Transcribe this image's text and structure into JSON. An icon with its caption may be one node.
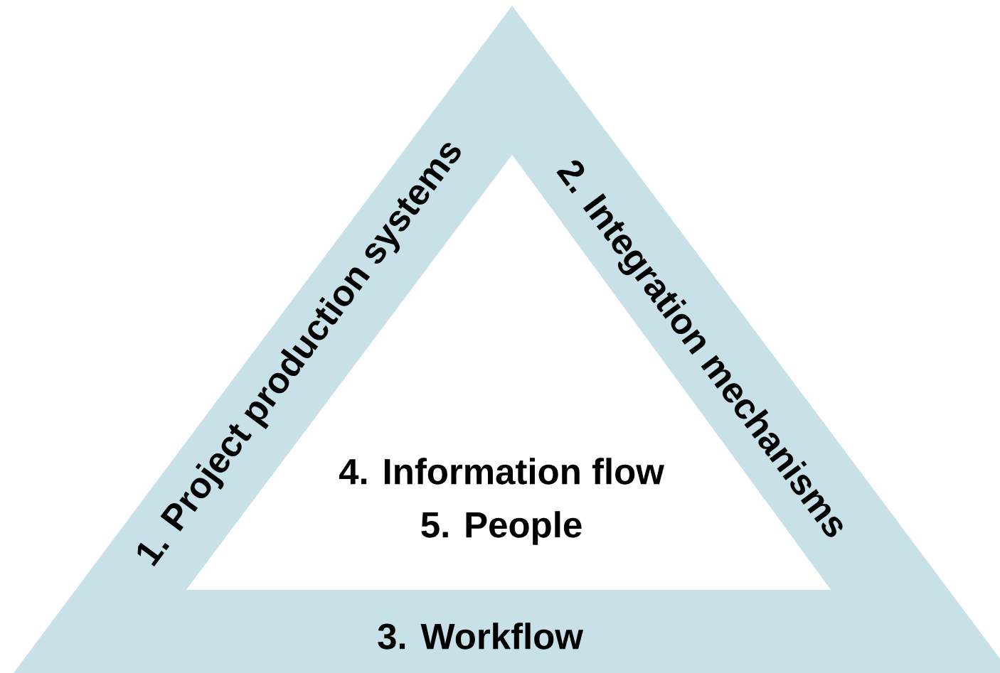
{
  "diagram": {
    "nodes": [
      {
        "text": [
          "1. Project production systems",
          "2. Integration mechanisms",
          "3. Workflow"
        ]
      },
      {
        "text": [
          "4. Information flow",
          "5. People"
        ],
        "in": 0
      }
    ]
  }
}
